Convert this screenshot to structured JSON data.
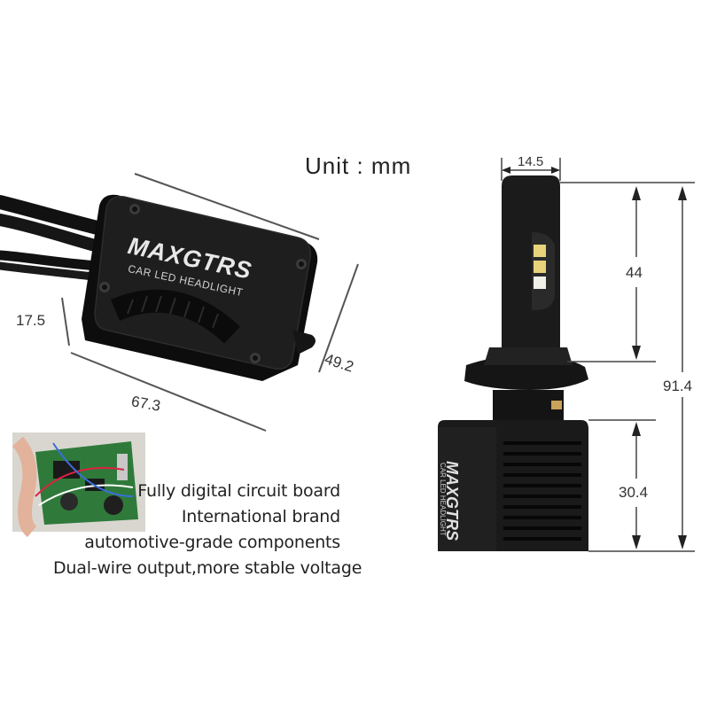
{
  "unit": "Unit : mm",
  "driver_box": {
    "brand": "MAXGTRS",
    "subtitle": "CAR LED HEADLIGHT",
    "dim_height": "17.5",
    "dim_width": "67.3",
    "dim_depth": "49.2"
  },
  "bulb": {
    "brand": "MAXGTRS",
    "subtitle": "CAR LED HEADLIGHT",
    "dim_top_width": "14.5",
    "dim_led_section": "44",
    "dim_total": "91.4",
    "dim_base": "30.4"
  },
  "features": [
    "Fully digital circuit board",
    "International brand",
    "automotive-grade components",
    "Dual-wire output,more stable voltage"
  ],
  "colors": {
    "background": "#ffffff",
    "product_body": "#1c1c1c",
    "dimension_lines": "#444444",
    "pcb_green": "#2f7a3a"
  }
}
